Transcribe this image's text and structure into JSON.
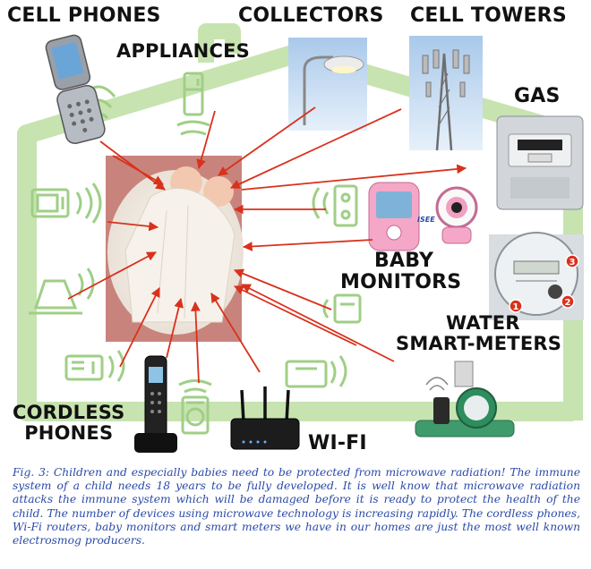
{
  "labels": {
    "cell_phones": "CELL PHONES",
    "appliances": "APPLIANCES",
    "collectors": "COLLECTORS",
    "cell_towers": "CELL TOWERS",
    "gas": "GAS",
    "baby_monitors_line1": "BABY",
    "baby_monitors_line2": "MONITORS",
    "water_line1": "WATER",
    "water_line2": "SMART-METERS",
    "cordless_line1": "CORDLESS",
    "cordless_line2": "PHONES",
    "wifi": "WI-FI"
  },
  "monitor_brand": "ISEE",
  "meter_markers": [
    "1",
    "2",
    "3"
  ],
  "caption": "Fig. 3: Children and especially babies need to be protected from microwave radiation! The immune system of a child needs 18 years to be fully developed. It is well know that microwave radiation attacks the immune system which will be damaged before it is ready to protect the health of the child. The number of devices using microwave technology is increasing rapidly. The cordless phones, Wi-Fi routers, baby monitors and smart meters we have in our homes are just the most well known electrosmog producers.",
  "colors": {
    "house": "#c7e3b0",
    "arrow": "#d9311c",
    "caption": "#2a4aa8",
    "photo_bg": "#c8847c"
  }
}
